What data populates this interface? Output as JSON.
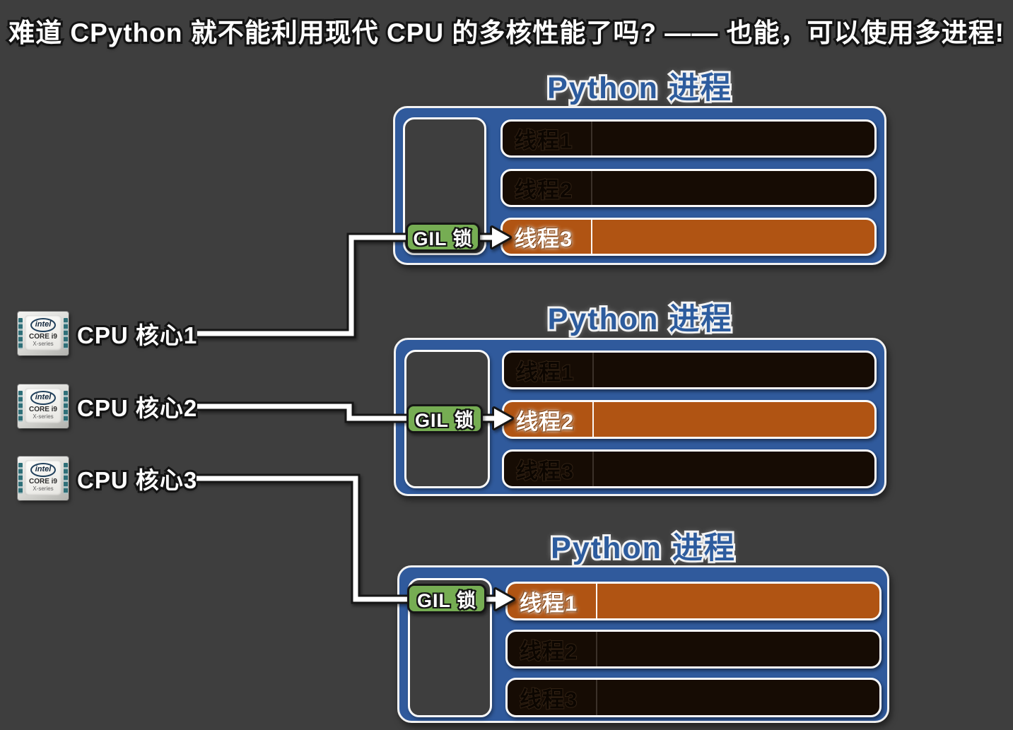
{
  "page": {
    "title": "难道 CPython 就不能利用现代 CPU 的多核性能了吗? —— 也能，可以使用多进程!",
    "background": "#3e3e3e"
  },
  "colors": {
    "process_blue": "#305a9c",
    "title_blue": "#2d5c9e",
    "active_thread_orange": "#b05413",
    "inactive_thread_dark": "#160c04",
    "gil_green": "#76ad53",
    "connector_white": "#ffffff"
  },
  "cpus": [
    {
      "label": "CPU 核心1",
      "chip": {
        "brand": "intel",
        "model": "CORE i9",
        "series": "X-series"
      }
    },
    {
      "label": "CPU 核心2",
      "chip": {
        "brand": "intel",
        "model": "CORE i9",
        "series": "X-series"
      }
    },
    {
      "label": "CPU 核心3",
      "chip": {
        "brand": "intel",
        "model": "CORE i9",
        "series": "X-series"
      }
    }
  ],
  "processes": [
    {
      "title": "Python 进程",
      "gil_label": "GIL 锁",
      "threads": [
        {
          "label": "线程1",
          "active": false
        },
        {
          "label": "线程2",
          "active": false
        },
        {
          "label": "线程3",
          "active": true
        }
      ]
    },
    {
      "title": "Python 进程",
      "gil_label": "GIL 锁",
      "threads": [
        {
          "label": "线程1",
          "active": false
        },
        {
          "label": "线程2",
          "active": true
        },
        {
          "label": "线程3",
          "active": false
        }
      ]
    },
    {
      "title": "Python 进程",
      "gil_label": "GIL 锁",
      "threads": [
        {
          "label": "线程1",
          "active": true
        },
        {
          "label": "线程2",
          "active": false
        },
        {
          "label": "线程3",
          "active": false
        }
      ]
    }
  ]
}
